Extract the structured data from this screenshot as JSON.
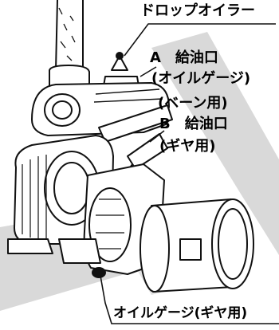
{
  "colors": {
    "ink": "#111111",
    "paper": "#ffffff",
    "shadow_band": "#d9d9d9"
  },
  "labels": {
    "drop_oiler": "ドロップオイラー",
    "port_a": "A　給油口",
    "oil_gauge_paren": "(オイルゲージ)",
    "vane_use": "(ベーン用)",
    "port_b": "B　給油口",
    "gear_use": "(ギヤ用)",
    "oil_gauge_gear": "オイルゲージ(ギヤ用)"
  }
}
